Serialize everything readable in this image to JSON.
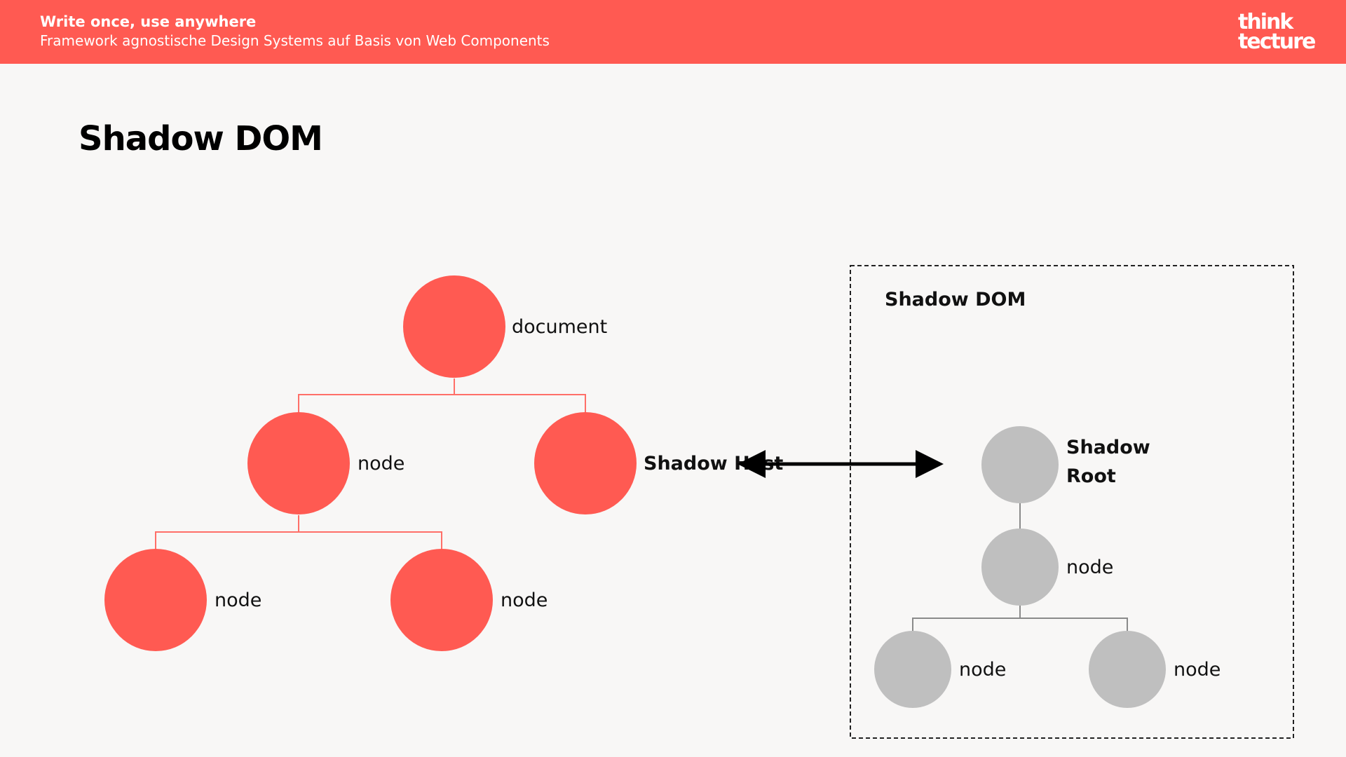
{
  "header": {
    "title": "Write once, use anywhere",
    "subtitle": "Framework agnostische Design Systems auf Basis von Web Components",
    "logo_line1": "think",
    "logo_line2": "tecture"
  },
  "slide": {
    "title": "Shadow DOM"
  },
  "colors": {
    "brand": "#ff5a52",
    "shadow_node": "#bfbfbf",
    "background": "#f8f7f6"
  },
  "dom_tree": {
    "document_label": "document",
    "node_left_label": "node",
    "shadow_host_label": "Shadow Host",
    "leaf_left_label": "node",
    "leaf_right_label": "node"
  },
  "shadow_tree": {
    "box_title": "Shadow DOM",
    "root_label_line1": "Shadow",
    "root_label_line2": "Root",
    "node_label": "node",
    "leaf_left_label": "node",
    "leaf_right_label": "node"
  }
}
